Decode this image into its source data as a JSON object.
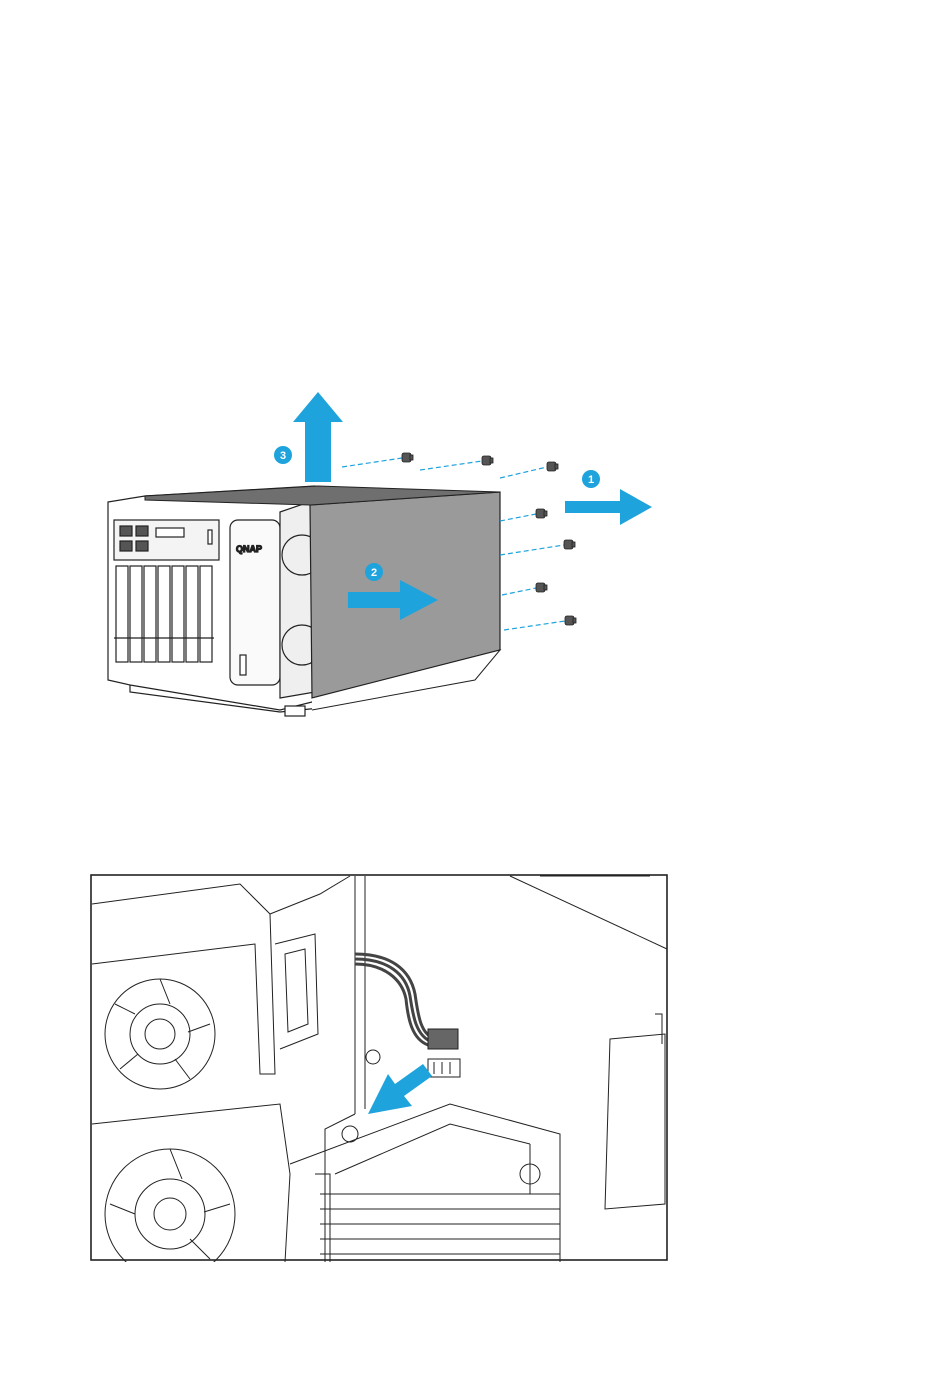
{
  "figures": [
    {
      "id": "remove-cover",
      "steps": [
        {
          "label": "1",
          "direction": "right"
        },
        {
          "label": "2",
          "direction": "right"
        },
        {
          "label": "3",
          "direction": "up"
        }
      ],
      "screw_count": 7,
      "brand_logo": "QNAP"
    },
    {
      "id": "disconnect-cable",
      "arrow_direction": "down-left"
    }
  ],
  "colors": {
    "accent": "#1fa3dc",
    "outline": "#222222",
    "cover": "#9a9a9a",
    "cover_top": "#6f6f6f",
    "screw": "#555555"
  },
  "icons": {
    "step_badge": "numbered-circle-icon",
    "arrow": "direction-arrow-icon",
    "screw": "screw-icon"
  }
}
